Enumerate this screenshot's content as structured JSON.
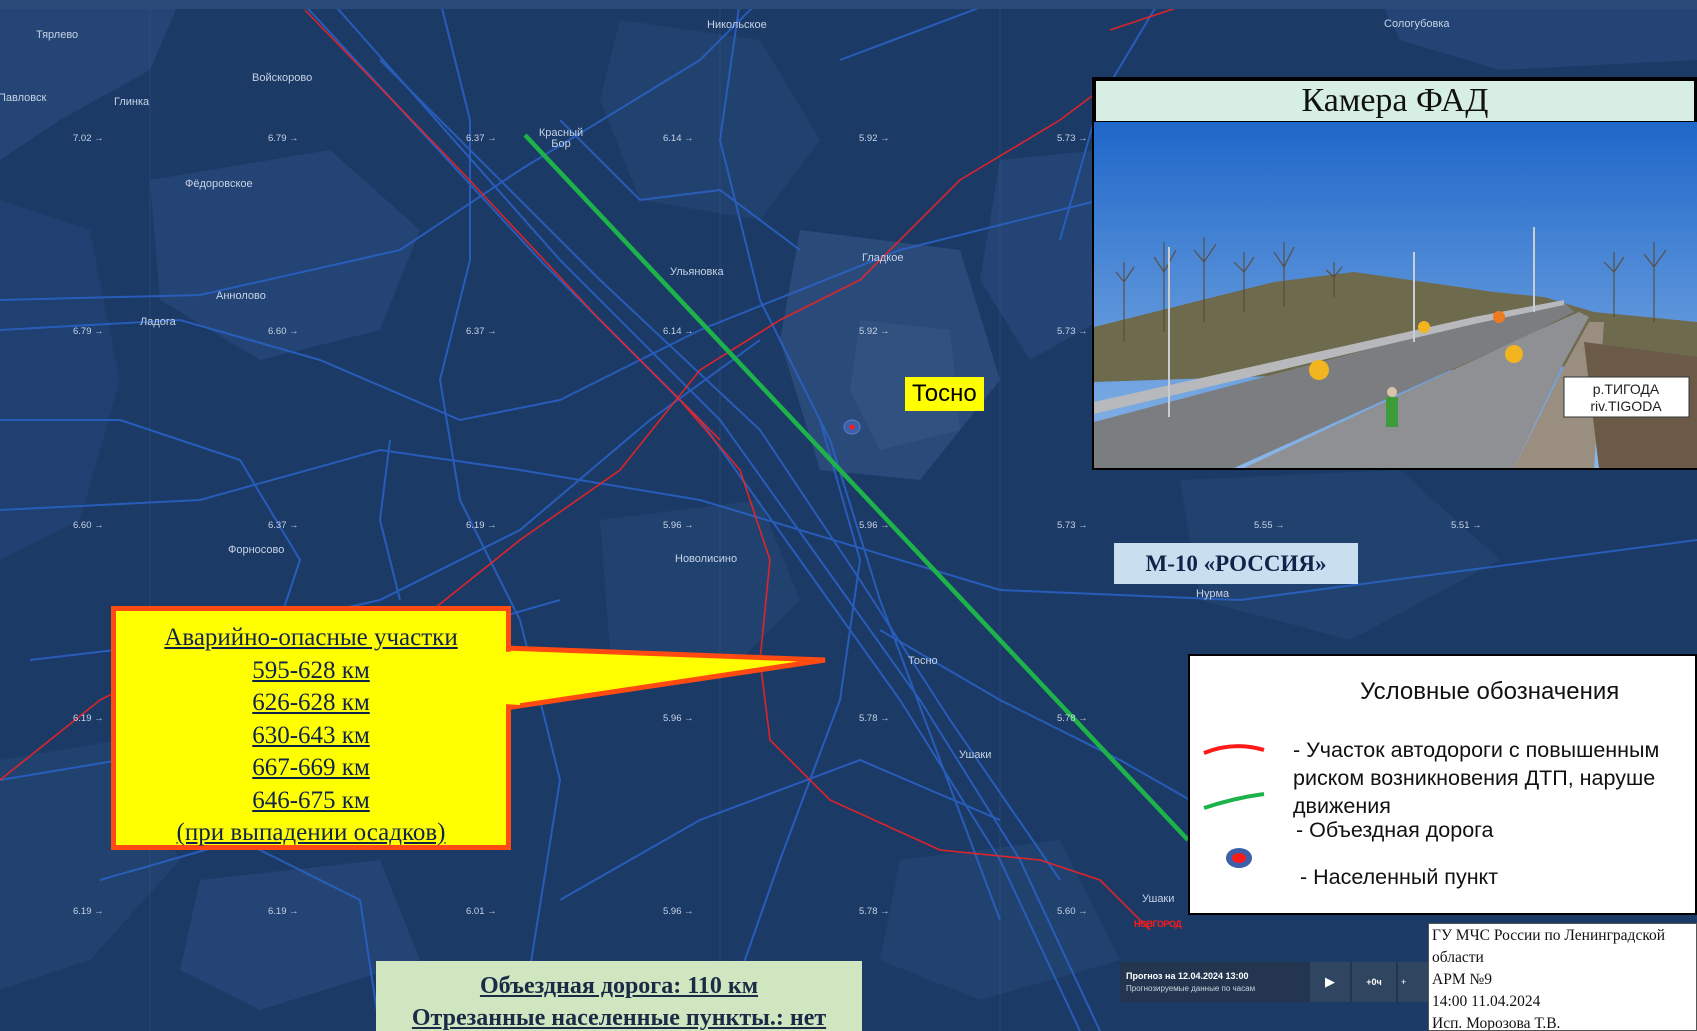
{
  "map": {
    "places": [
      {
        "name": "Тярлево"
      },
      {
        "name": "Войскорово"
      },
      {
        "name": "Павловск"
      },
      {
        "name": "Глинка"
      },
      {
        "name": "Фёдоровское"
      },
      {
        "name": "Никольское"
      },
      {
        "name": "Сологубовка"
      },
      {
        "name": "Красный Бор"
      },
      {
        "name": "Ульяновка"
      },
      {
        "name": "Гладкое"
      },
      {
        "name": "Аннолово"
      },
      {
        "name": "Ладога"
      },
      {
        "name": "Форносово"
      },
      {
        "name": "Новолисино"
      },
      {
        "name": "Тосно"
      },
      {
        "name": "Нурма"
      },
      {
        "name": "Ушаки"
      },
      {
        "name": "Ушаки"
      }
    ],
    "temperature_values": [
      "7.02 →",
      "6.79 →",
      "6.37 →",
      "6.14 →",
      "5.92 →",
      "5.73 →",
      "6.79 →",
      "6.60 →",
      "6.37 →",
      "6.14 →",
      "5.92 →",
      "5.73 →",
      "6.60 →",
      "6.37 →",
      "6.19 →",
      "5.96 →",
      "5.96 →",
      "5.73 →",
      "5.55 →",
      "5.51 →",
      "6.19 →",
      "5.96 →",
      "5.78 →",
      "5.78 →",
      "6.19 →",
      "6.19 →",
      "6.01 →",
      "5.96 →",
      "5.78 →",
      "5.60 →"
    ],
    "city_label": "Тосно",
    "road_label": "М-10 «РОССИЯ»",
    "colors": {
      "background": "#1c3a66",
      "hazard_road": "#ff2020",
      "detour_road": "#1db34a",
      "settlement_dot": "#ff1a1a",
      "callout_fill": "#ffff00",
      "callout_border": "#ff4a12"
    }
  },
  "camera": {
    "title": "Камера ФАД",
    "sign_line1": "р.ТИГОДА",
    "sign_line2": "riv.TIGODA"
  },
  "callout": {
    "lines": [
      "Аварийно-опасные участки",
      "595-628 км",
      "626-628 км",
      "630-643 км",
      "667-669 км",
      "646-675 км",
      "(при выпадении  осадков)"
    ]
  },
  "detour": {
    "length": "Объездная дорога: 110 км",
    "cut_off": "Отрезанные населенные пункты.: нет"
  },
  "legend": {
    "title": "Условные обозначения",
    "hazard_text_1": "- Участок автодороги с повышенным",
    "hazard_text_2": "риском возникновения ДТП, наруше",
    "hazard_text_3": "движения",
    "detour_text": "- Объездная дорога",
    "settlement_text": "- Населенный пункт"
  },
  "forecast": {
    "title": "Прогноз на 12.04.2024 13:00",
    "subtitle": "Прогнозируемые данные по часам",
    "play_icon": "play-icon",
    "offset_label": "+0ч",
    "more_label": "+"
  },
  "marker_text": "НОВГОРОД",
  "info": {
    "org_line1": "ГУ МЧС России по Ленинградской",
    "org_line2": "области",
    "workstation": "АРМ №9",
    "datetime": "14:00 11.04.2024",
    "executor": "Исп. Морозова Т.В."
  }
}
